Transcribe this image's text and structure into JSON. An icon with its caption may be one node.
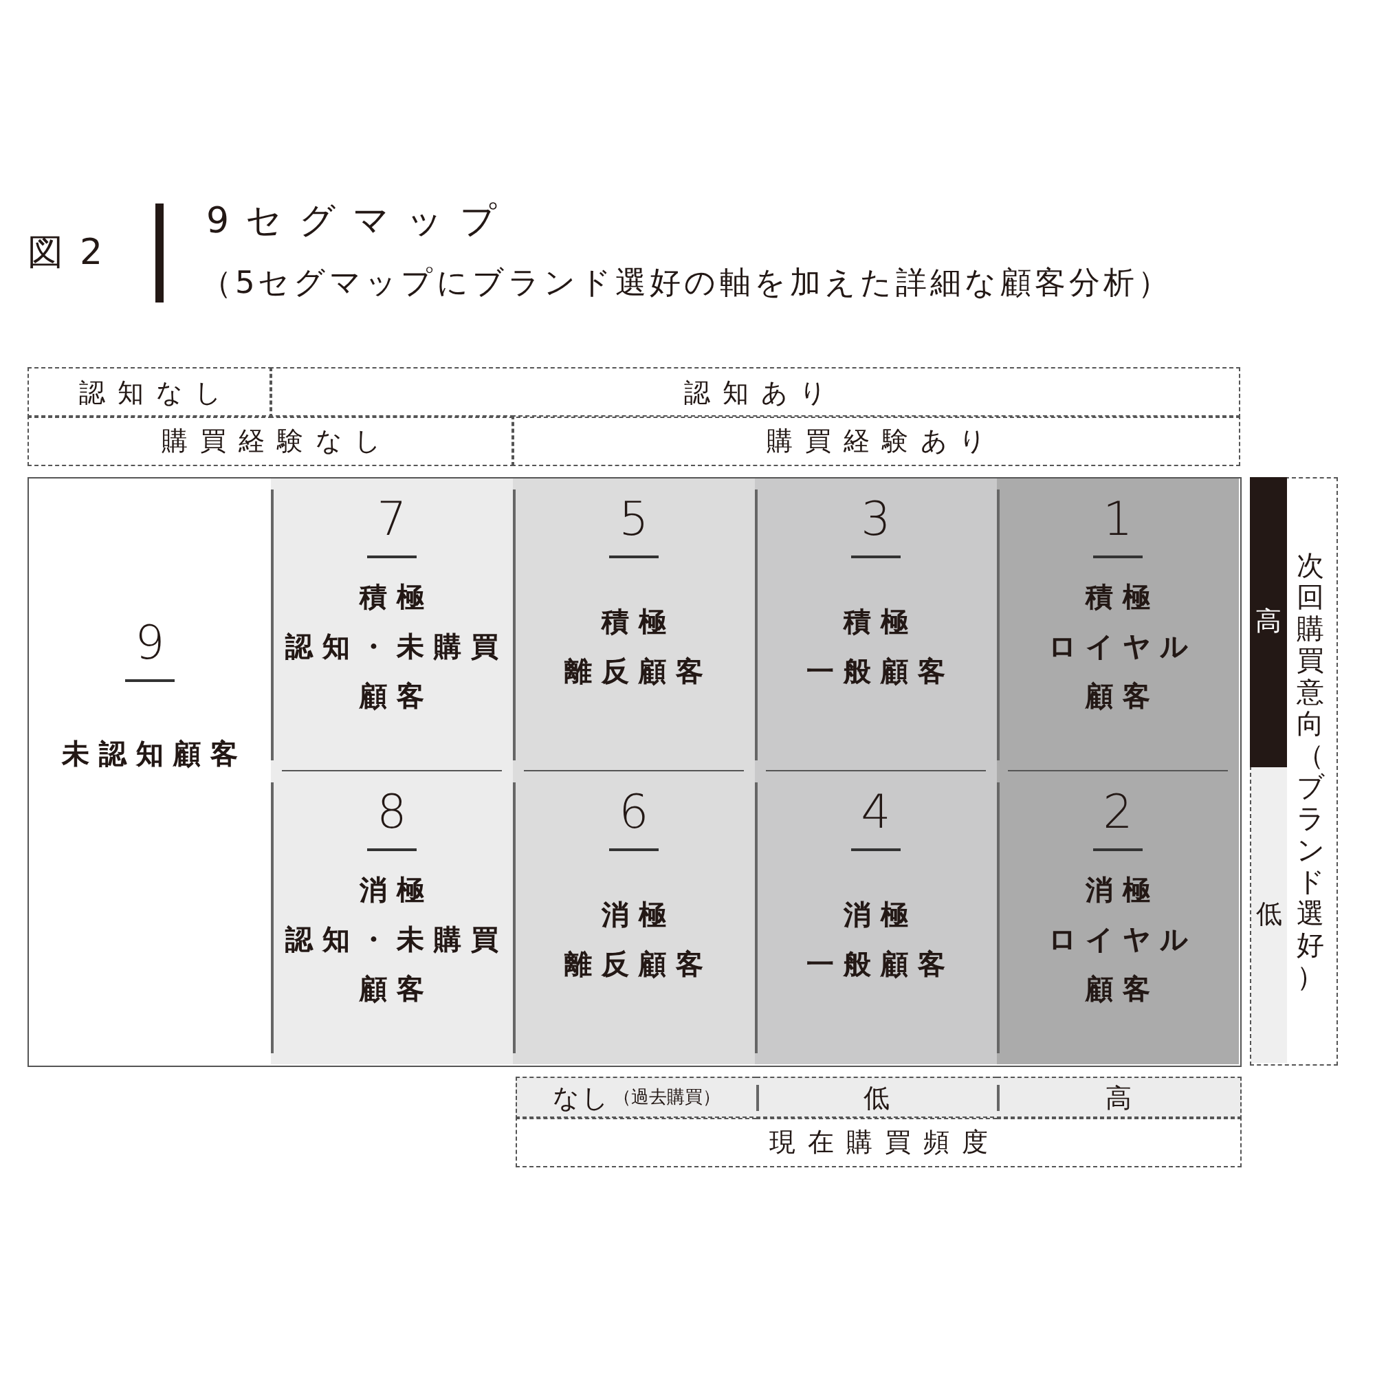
{
  "diagram": {
    "title": "9セグマップ",
    "nodes": [
      {
        "text": [
          "認知なし"
        ]
      },
      {
        "text": [
          "認知あり"
        ]
      },
      {
        "text": [
          "購買経験なし"
        ]
      },
      {
        "text": [
          "購買経験あり"
        ]
      },
      {
        "text": [
          "9",
          "未認知顧客"
        ]
      },
      {
        "text": [
          "7",
          "積極",
          "認知・未購買顧客"
        ]
      },
      {
        "text": [
          "5",
          "積極",
          "離反顧客"
        ]
      },
      {
        "text": [
          "3",
          "積極",
          "一般顧客"
        ]
      },
      {
        "text": [
          "1",
          "積極",
          "ロイヤル顧客"
        ]
      },
      {
        "text": [
          "8",
          "消極",
          "認知・未購買顧客"
        ]
      },
      {
        "text": [
          "6",
          "消極",
          "離反顧客"
        ]
      },
      {
        "text": [
          "4",
          "消極",
          "一般顧客"
        ]
      },
      {
        "text": [
          "2",
          "消極",
          "ロイヤル顧客"
        ]
      },
      {
        "text": [
          "次回購買意向（ブランド選好）"
        ]
      },
      {
        "text": [
          "高"
        ],
        "in": 13
      },
      {
        "text": [
          "低"
        ],
        "in": 13
      },
      {
        "text": [
          "なし",
          "（過去購買）"
        ]
      },
      {
        "text": [
          "低"
        ]
      },
      {
        "text": [
          "高"
        ]
      },
      {
        "text": [
          "現在購買頻度"
        ]
      }
    ],
    "labels": [
      "図2",
      "（5セグマップにブランド選好の軸を加えた詳細な顧客分析）"
    ]
  }
}
